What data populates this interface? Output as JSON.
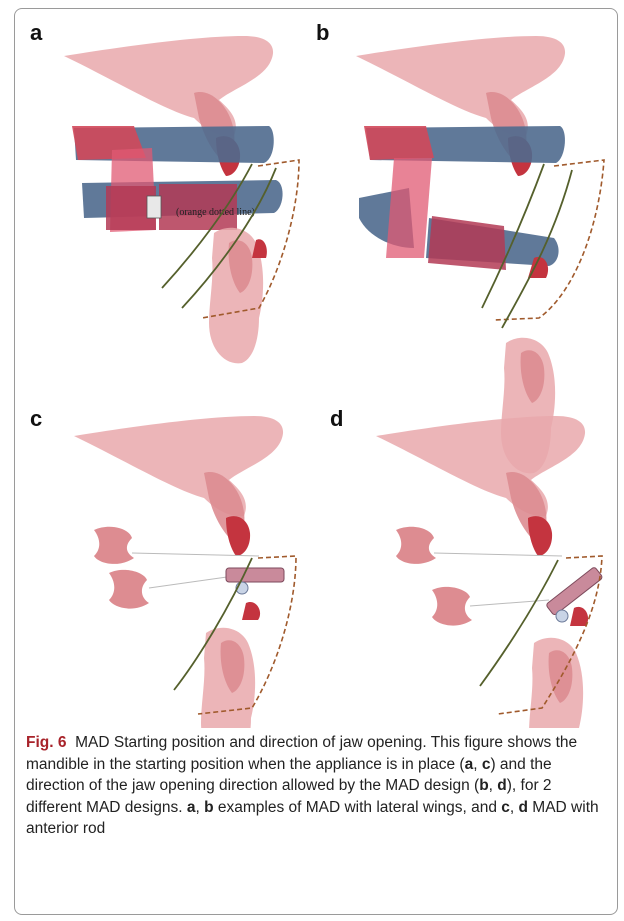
{
  "figure": {
    "panels": [
      {
        "letter": "a"
      },
      {
        "letter": "b"
      },
      {
        "letter": "c"
      },
      {
        "letter": "d"
      }
    ],
    "inline_note": "(orange dotted line)",
    "caption": {
      "fig_label": "Fig. 6",
      "title": "MAD Starting position and direction of jaw opening.",
      "s1_intro": "This figure shows the mandible in the starting position when the appliance is in place (",
      "ref_a": "a",
      "comma1": ", ",
      "ref_c": "c",
      "s1_mid": ") and the direction of the jaw opening direction allowed by the MAD design (",
      "ref_b": "b",
      "comma2": ", ",
      "ref_d": "d",
      "s1_end": "), for 2 different MAD designs.",
      "ref_a2": "a",
      "comma3": ", ",
      "ref_b2": "b",
      "s2_mid": " examples of MAD with lateral wings, and ",
      "ref_c2": "c",
      "comma4": ", ",
      "ref_d2": "d",
      "s2_end": " MAD with anterior rod"
    },
    "colors": {
      "bone_pink": "#e9a8ab",
      "tooth_pink": "#dd8c91",
      "tooth_red": "#c4343f",
      "appliance_blue": "#4f6a8e",
      "appliance_red": "#d2485a",
      "orange_dashed": "#a05a2c",
      "trajectory_green": "#55602c",
      "fig_label_red": "#a8232a"
    }
  }
}
